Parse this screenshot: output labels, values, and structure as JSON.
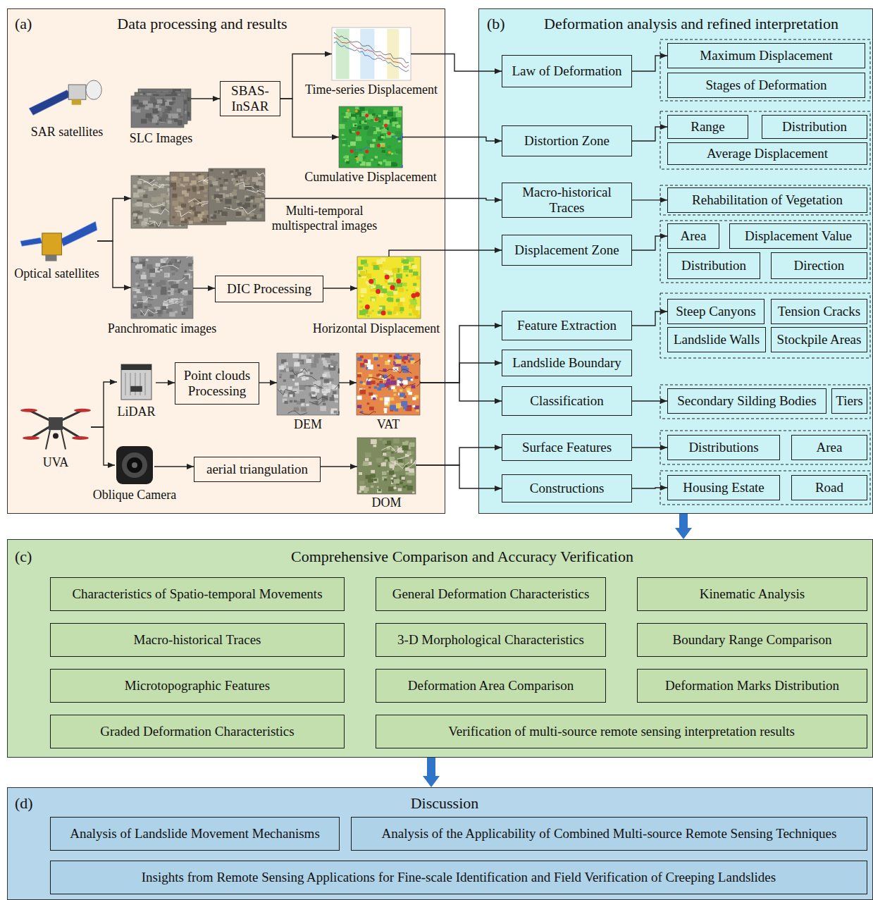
{
  "diagram": {
    "nodes": [
      {
        "text": [
          "(a)",
          "Data processing and results"
        ]
      },
      {
        "text": [
          "SAR satellites"
        ],
        "in": 0
      },
      {
        "text": [
          "SLC Images"
        ],
        "in": 0
      },
      {
        "text": [
          "SBAS-InSAR"
        ],
        "in": 0
      },
      {
        "text": [
          "Time-series Displacement"
        ],
        "in": 0
      },
      {
        "text": [
          "Cumulative Displacement"
        ],
        "in": 0
      },
      {
        "text": [
          "Optical satellites"
        ],
        "in": 0
      },
      {
        "text": [
          "Multi-temporal multispectral images"
        ],
        "in": 0
      },
      {
        "text": [
          "Panchromatic images"
        ],
        "in": 0
      },
      {
        "text": [
          "DIC Processing"
        ],
        "in": 0
      },
      {
        "text": [
          "Horizontal Displacement"
        ],
        "in": 0
      },
      {
        "text": [
          "UVA"
        ],
        "in": 0
      },
      {
        "text": [
          "LiDAR"
        ],
        "in": 0
      },
      {
        "text": [
          "Point clouds Processing"
        ],
        "in": 0
      },
      {
        "text": [
          "DEM"
        ],
        "in": 0
      },
      {
        "text": [
          "VAT"
        ],
        "in": 0
      },
      {
        "text": [
          "Oblique Camera"
        ],
        "in": 0
      },
      {
        "text": [
          "aerial triangulation"
        ],
        "in": 0
      },
      {
        "text": [
          "DOM"
        ],
        "in": 0
      },
      {
        "text": [
          "(b)",
          "Deformation analysis and refined interpretation"
        ]
      },
      {
        "text": [
          "Law of Deformation"
        ],
        "in": 19
      },
      {
        "text": [
          "Maximum Displacement"
        ],
        "in": 19
      },
      {
        "text": [
          "Stages of Deformation"
        ],
        "in": 19
      },
      {
        "text": [
          "Distortion Zone"
        ],
        "in": 19
      },
      {
        "text": [
          "Range"
        ],
        "in": 19
      },
      {
        "text": [
          "Distribution"
        ],
        "in": 19
      },
      {
        "text": [
          "Average Displacement"
        ],
        "in": 19
      },
      {
        "text": [
          "Macro-historical Traces"
        ],
        "in": 19
      },
      {
        "text": [
          "Rehabilitation of Vegetation"
        ],
        "in": 19
      },
      {
        "text": [
          "Displacement Zone"
        ],
        "in": 19
      },
      {
        "text": [
          "Area"
        ],
        "in": 19
      },
      {
        "text": [
          "Displacement Value"
        ],
        "in": 19
      },
      {
        "text": [
          "Distribution"
        ],
        "in": 19
      },
      {
        "text": [
          "Direction"
        ],
        "in": 19
      },
      {
        "text": [
          "Feature Extraction"
        ],
        "in": 19
      },
      {
        "text": [
          "Steep Canyons"
        ],
        "in": 19
      },
      {
        "text": [
          "Tension Cracks"
        ],
        "in": 19
      },
      {
        "text": [
          "Landslide Walls"
        ],
        "in": 19
      },
      {
        "text": [
          "Stockpile Areas"
        ],
        "in": 19
      },
      {
        "text": [
          "Landslide Boundary"
        ],
        "in": 19
      },
      {
        "text": [
          "Classification"
        ],
        "in": 19
      },
      {
        "text": [
          "Secondary Silding Bodies"
        ],
        "in": 19
      },
      {
        "text": [
          "Tiers"
        ],
        "in": 19
      },
      {
        "text": [
          "Surface Features"
        ],
        "in": 19
      },
      {
        "text": [
          "Distributions"
        ],
        "in": 19
      },
      {
        "text": [
          "Area"
        ],
        "in": 19
      },
      {
        "text": [
          "Constructions"
        ],
        "in": 19
      },
      {
        "text": [
          "Housing Estate"
        ],
        "in": 19
      },
      {
        "text": [
          "Road"
        ],
        "in": 19
      },
      {
        "text": [
          "(c)",
          "Comprehensive Comparison and Accuracy Verification"
        ]
      },
      {
        "text": [
          "Characteristics of Spatio-temporal Movements"
        ],
        "in": 49
      },
      {
        "text": [
          "General Deformation Characteristics"
        ],
        "in": 49
      },
      {
        "text": [
          "Kinematic Analysis"
        ],
        "in": 49
      },
      {
        "text": [
          "Macro-historical Traces"
        ],
        "in": 49
      },
      {
        "text": [
          "3-D Morphological Characteristics"
        ],
        "in": 49
      },
      {
        "text": [
          "Boundary Range Comparison"
        ],
        "in": 49
      },
      {
        "text": [
          "Microtopographic Features"
        ],
        "in": 49
      },
      {
        "text": [
          "Deformation Area Comparison"
        ],
        "in": 49
      },
      {
        "text": [
          "Deformation Marks Distribution"
        ],
        "in": 49
      },
      {
        "text": [
          "Graded Deformation Characteristics"
        ],
        "in": 49
      },
      {
        "text": [
          "Verification of multi-source remote sensing interpretation results"
        ],
        "in": 49
      },
      {
        "text": [
          "(d)",
          "Discussion"
        ]
      },
      {
        "text": [
          "Analysis of Landslide Movement Mechanisms"
        ],
        "in": 61
      },
      {
        "text": [
          "Analysis of the Applicability of Combined Multi-source Remote Sensing Techniques"
        ],
        "in": 61
      },
      {
        "text": [
          "Insights from Remote Sensing Applications for Fine-scale Identification and Field Verification of Creeping Landslides"
        ],
        "in": 61
      }
    ],
    "edges": [
      {
        "from": 2,
        "to": 3,
        "arrow": "to"
      },
      {
        "from": 3,
        "to": 4,
        "arrow": "to"
      },
      {
        "from": 3,
        "to": 5,
        "arrow": "to"
      },
      {
        "from": 6,
        "to": 7,
        "arrow": "to"
      },
      {
        "from": 6,
        "to": 8,
        "arrow": "to"
      },
      {
        "from": 8,
        "to": 9,
        "arrow": "to"
      },
      {
        "from": 9,
        "to": 10,
        "arrow": "to"
      },
      {
        "from": 11,
        "to": 12,
        "arrow": "to"
      },
      {
        "from": 11,
        "to": 16,
        "arrow": "to"
      },
      {
        "from": 12,
        "to": 13,
        "arrow": "to"
      },
      {
        "from": 13,
        "to": 14,
        "arrow": "to"
      },
      {
        "from": 14,
        "to": 15,
        "arrow": "to"
      },
      {
        "from": 16,
        "to": 17,
        "arrow": "to"
      },
      {
        "from": 17,
        "to": 18,
        "arrow": "to"
      },
      {
        "from": 4,
        "to": 20,
        "arrow": "to"
      },
      {
        "from": 5,
        "to": 23,
        "arrow": "to"
      },
      {
        "from": 7,
        "to": 27,
        "arrow": "to"
      },
      {
        "from": 10,
        "to": 29,
        "arrow": "to"
      },
      {
        "from": 15,
        "to": 34,
        "arrow": "to"
      },
      {
        "from": 15,
        "to": 39,
        "arrow": "to"
      },
      {
        "from": 15,
        "to": 40,
        "arrow": "to"
      },
      {
        "from": 18,
        "to": 43,
        "arrow": "to"
      },
      {
        "from": 18,
        "to": 46,
        "arrow": "to"
      },
      {
        "from": 20,
        "to": 21,
        "arrow": "to"
      },
      {
        "from": 23,
        "to": 24,
        "arrow": "to"
      },
      {
        "from": 27,
        "to": 28,
        "arrow": "to"
      },
      {
        "from": 29,
        "to": 30,
        "arrow": "to"
      },
      {
        "from": 34,
        "to": 35,
        "arrow": "to"
      },
      {
        "from": 40,
        "to": 41,
        "arrow": "to"
      },
      {
        "from": 43,
        "to": 44,
        "arrow": "to"
      },
      {
        "from": 46,
        "to": 47,
        "arrow": "to"
      },
      {
        "from": 19,
        "to": 49,
        "arrow": "to"
      },
      {
        "from": 49,
        "to": 61,
        "arrow": "to"
      }
    ]
  }
}
